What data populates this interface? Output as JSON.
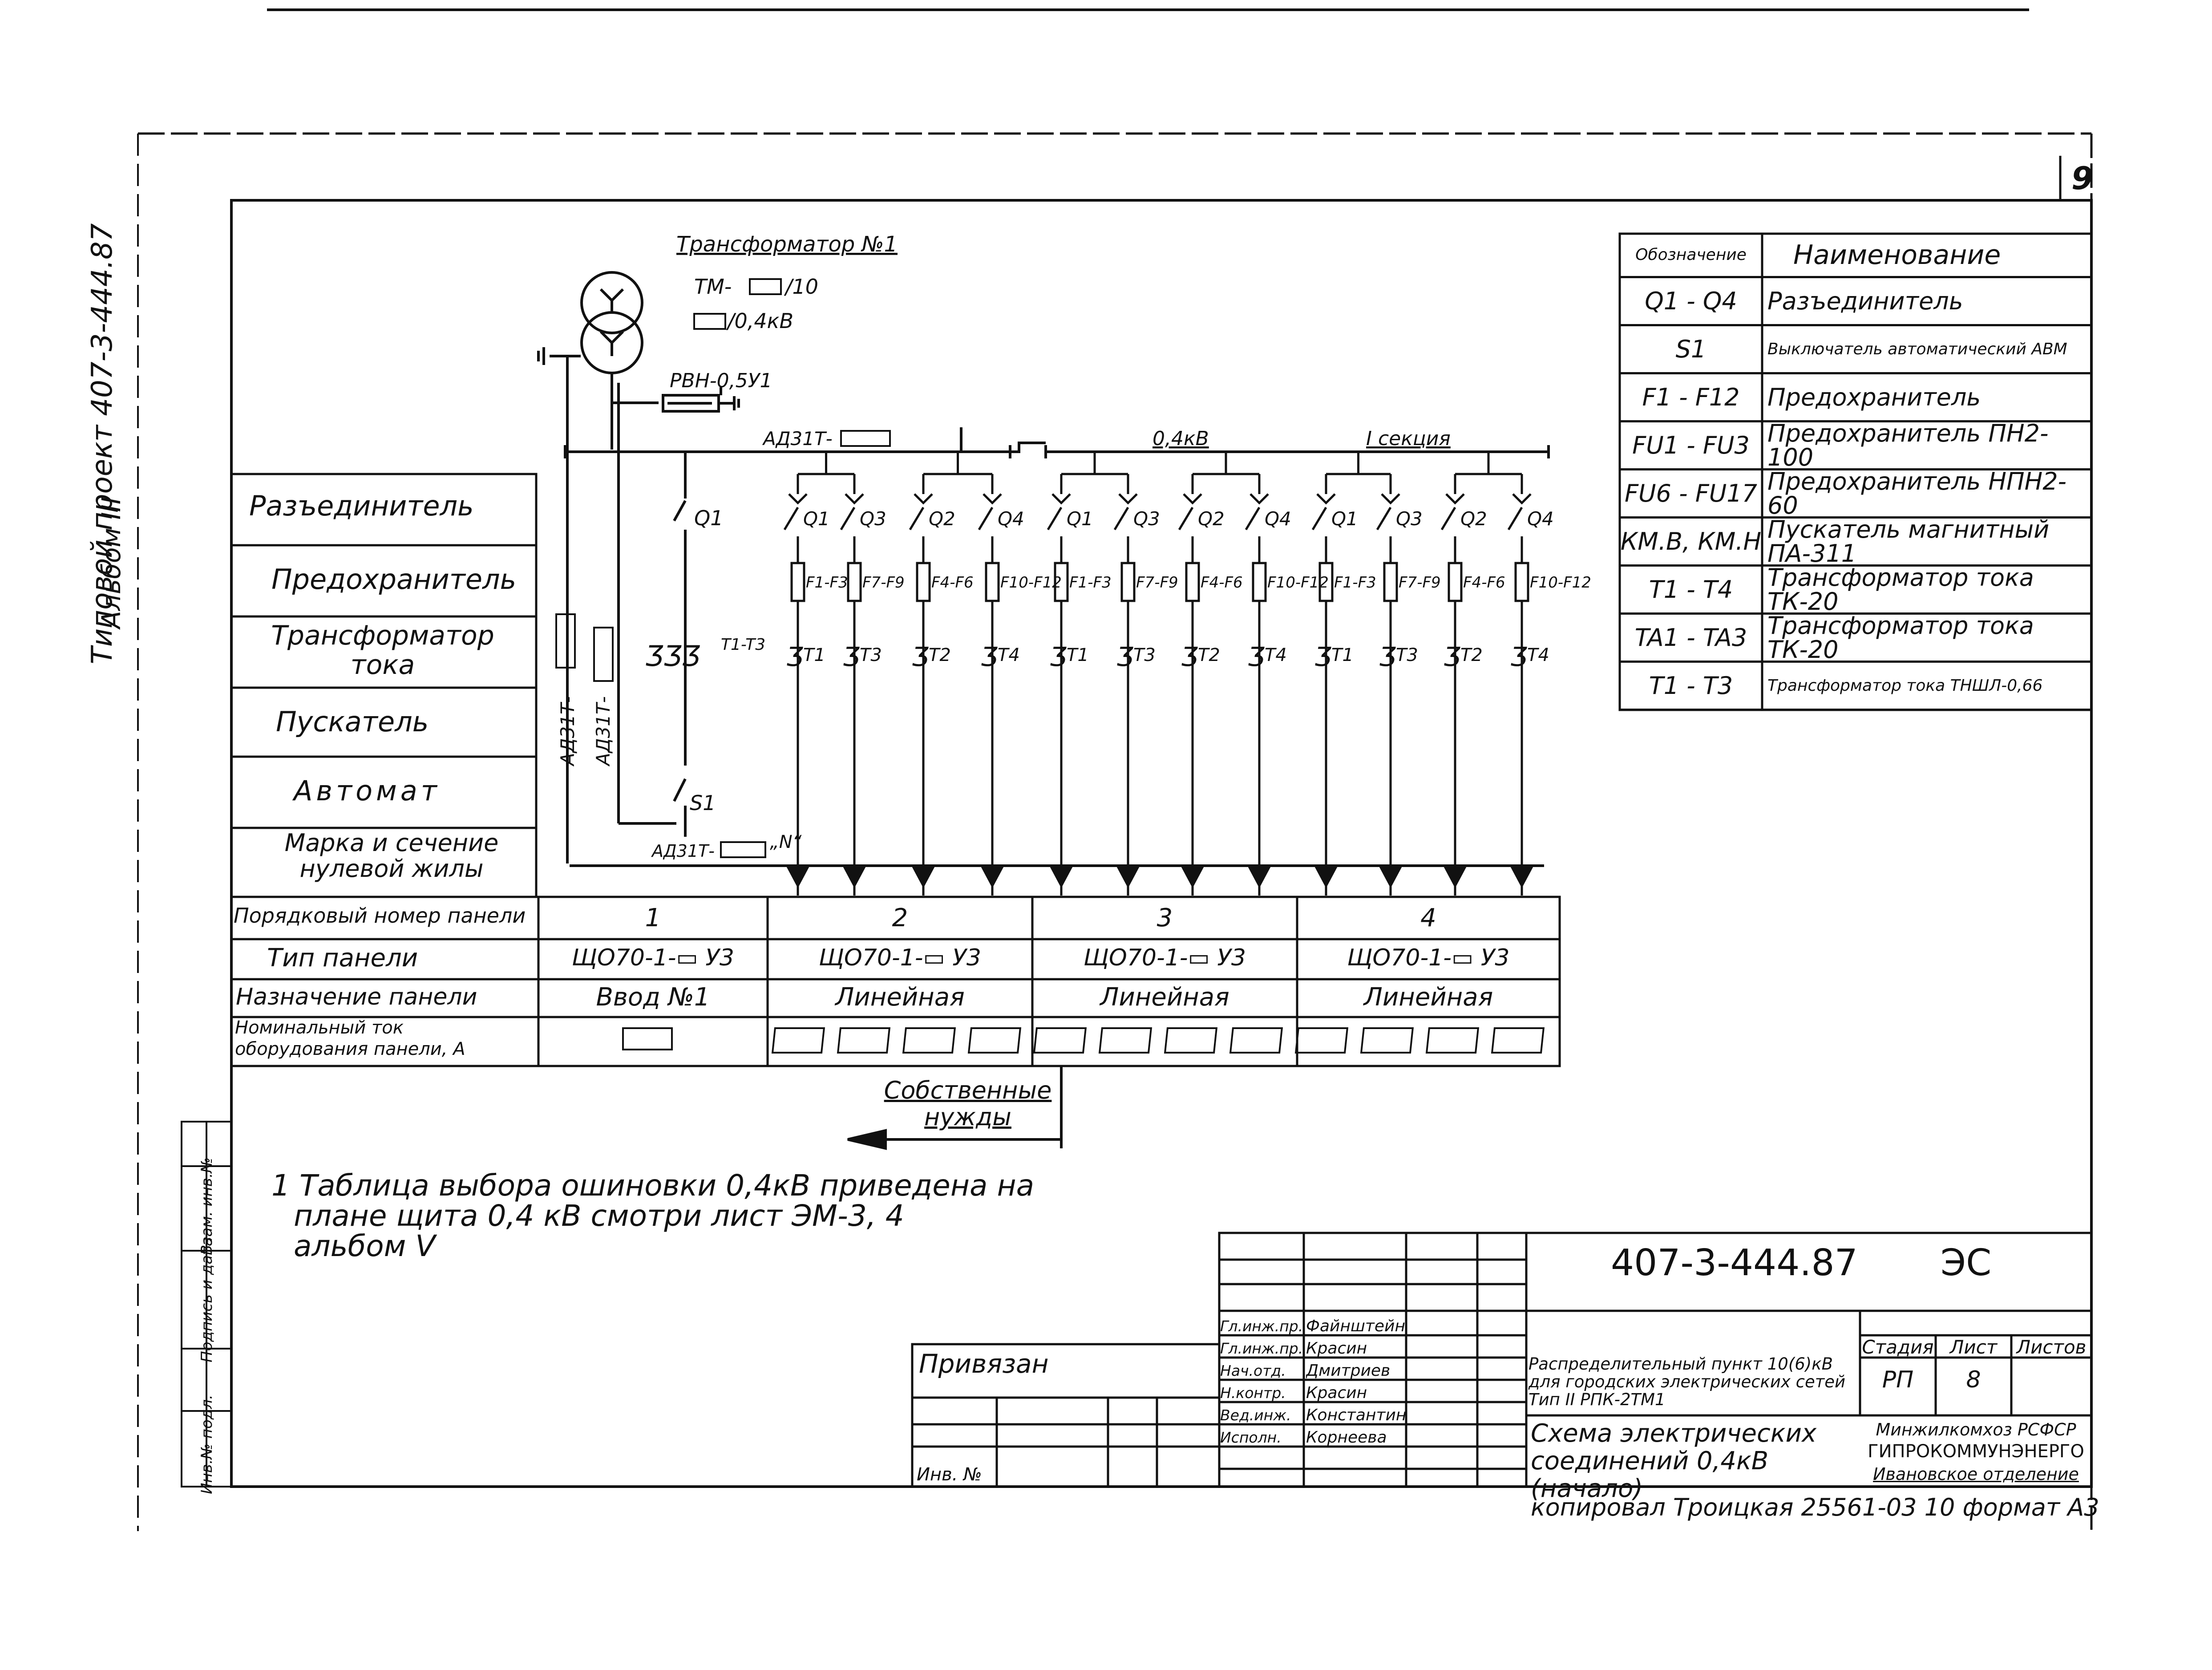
{
  "sheet": {
    "page_number": "9",
    "side_project": "Типовой проект 407-3-444.87",
    "side_album": "Альбом III",
    "side_stamp_labels": [
      "Инв.№ подл.",
      "Подпись и дата",
      "Взам. инв.№"
    ]
  },
  "transformer": {
    "title": "Трансформатор №1",
    "type_line1_prefix": "ТМ-",
    "type_line1_suffix": "/10",
    "type_line2_suffix": "/0,4кВ",
    "switch_label": "РВН-0,5У1"
  },
  "bus": {
    "voltage": "0,4кВ",
    "section": "I секция",
    "ad_label": "АД31Т-",
    "ad_label_bottom": "АД31Т-",
    "vertical_label_1": "АД31Т-",
    "vertical_label_2": "АД31Т-",
    "neutral_label": "„N“"
  },
  "input_panel": {
    "disconnector": "Q1",
    "ct": "T1-T3",
    "breaker": "S1"
  },
  "feeders": [
    {
      "q": "Q1",
      "f": "F1-F3",
      "t": "T1"
    },
    {
      "q": "Q3",
      "f": "F7-F9",
      "t": "T3"
    },
    {
      "q": "Q2",
      "f": "F4-F6",
      "t": "T2"
    },
    {
      "q": "Q4",
      "f": "F10-F12",
      "t": "T4"
    },
    {
      "q": "Q1",
      "f": "F1-F3",
      "t": "T1"
    },
    {
      "q": "Q3",
      "f": "F7-F9",
      "t": "T3"
    },
    {
      "q": "Q2",
      "f": "F4-F6",
      "t": "T2"
    },
    {
      "q": "Q4",
      "f": "F10-F12",
      "t": "T4"
    },
    {
      "q": "Q1",
      "f": "F1-F3",
      "t": "T1"
    },
    {
      "q": "Q3",
      "f": "F7-F9",
      "t": "T3"
    },
    {
      "q": "Q2",
      "f": "F4-F6",
      "t": "T2"
    },
    {
      "q": "Q4",
      "f": "F10-F12",
      "t": "T4"
    }
  ],
  "row_labels": [
    "Разъединитель",
    "Предохранитель",
    "Трансформатор тока",
    "Пускатель",
    "Автомат",
    "Марка и сечение нулевой жилы"
  ],
  "table": {
    "rows": [
      {
        "label": "Порядковый номер панели",
        "cells": [
          "1",
          "2",
          "3",
          "4"
        ]
      },
      {
        "label": "Тип панели",
        "cells": [
          "ЩО70-1-▭ У3",
          "ЩО70-1-▭ У3",
          "ЩО70-1-▭ У3",
          "ЩО70-1-▭ У3"
        ]
      },
      {
        "label": "Назначение панели",
        "cells": [
          "Ввод №1",
          "Линейная",
          "Линейная",
          "Линейная"
        ]
      },
      {
        "label": "Номинальный ток оборудования панели, А",
        "cells": [
          "",
          "",
          "",
          ""
        ]
      }
    ]
  },
  "own_needs": "Собственные нужды",
  "legend": {
    "header": [
      "Обозначение",
      "Наименование"
    ],
    "rows": [
      [
        "Q1 - Q4",
        "Разъединитель"
      ],
      [
        "S1",
        "Выключатель автоматический АВМ"
      ],
      [
        "F1 - F12",
        "Предохранитель"
      ],
      [
        "FU1 - FU3",
        "Предохранитель ПН2-100"
      ],
      [
        "FU6 - FU17",
        "Предохранитель НПН2-60"
      ],
      [
        "КМ.В, КМ.Н",
        "Пускатель магнитный ПА-311"
      ],
      [
        "T1 - T4",
        "Трансформатор тока ТК-20"
      ],
      [
        "TA1 - TA3",
        "Трансформатор тока ТК-20"
      ],
      [
        "T1 - T3",
        "Трансформатор тока ТНШЛ-0,66"
      ]
    ]
  },
  "note": {
    "line1": "1 Таблица выбора ошиновки 0,4кВ приведена на",
    "line2": "плане щита 0,4 кВ смотри лист ЭМ-3, 4",
    "line3": "альбом V"
  },
  "title_block": {
    "code": "407-3-444.87",
    "mark": "ЭС",
    "privyazan": "Привязан",
    "inv": "Инв. №",
    "roles": [
      "Гл.инж.пр.",
      "Гл.инж.пр.",
      "Нач.отд.",
      "Н.контр.",
      "Вед.инж.",
      "Исполн."
    ],
    "names": [
      "Файнштейн",
      "Красин",
      "Дмитриев",
      "Красин",
      "Константинова",
      "Корнеева"
    ],
    "desc": "Распределительный пункт 10(6)кВ для городских электрических сетей Тип II РПК-2ТМ1",
    "stage_head": [
      "Стадия",
      "Лист",
      "Листов"
    ],
    "stage": "РП",
    "sheet": "8",
    "sheets": "",
    "drawing_name": "Схема электрических соединений 0,4кВ (начало)",
    "org": [
      "Минжилкомхоз РСФСР",
      "ГИПРОКОММУНЭНЕРГО",
      "Ивановское отделение"
    ],
    "bottom": "копировал Троицкая 25561-03 10 формат А3"
  }
}
